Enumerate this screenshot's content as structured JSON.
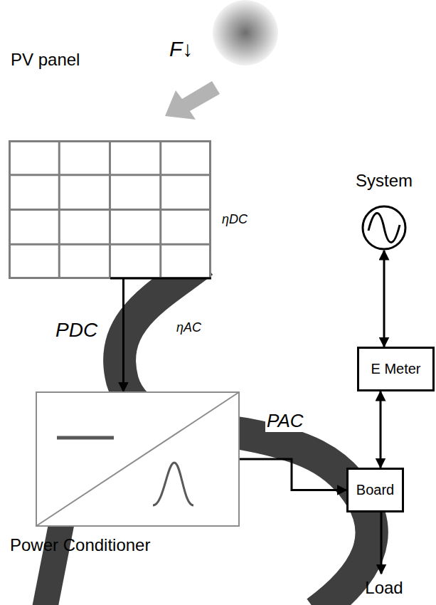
{
  "diagram": {
    "nodes": [
      {
        "text": [
          "PV panel"
        ]
      },
      {
        "text": [
          "System"
        ]
      },
      {
        "text": [
          "E Meter"
        ]
      },
      {
        "text": [
          "Power Conditioner"
        ]
      },
      {
        "text": [
          "Board"
        ]
      },
      {
        "text": [
          "Load"
        ]
      }
    ],
    "edges": [
      {
        "from": 0,
        "to": 3,
        "arrow": "to"
      },
      {
        "from": 3,
        "to": 4,
        "arrow": "to"
      },
      {
        "from": 1,
        "to": 2,
        "arrow": "both"
      },
      {
        "from": 2,
        "to": 4,
        "arrow": "both"
      },
      {
        "from": 4,
        "to": 5,
        "arrow": "to"
      }
    ],
    "labels": [
      "F↓",
      "ηDC",
      "PDC",
      "ηAC",
      "PAC"
    ]
  }
}
